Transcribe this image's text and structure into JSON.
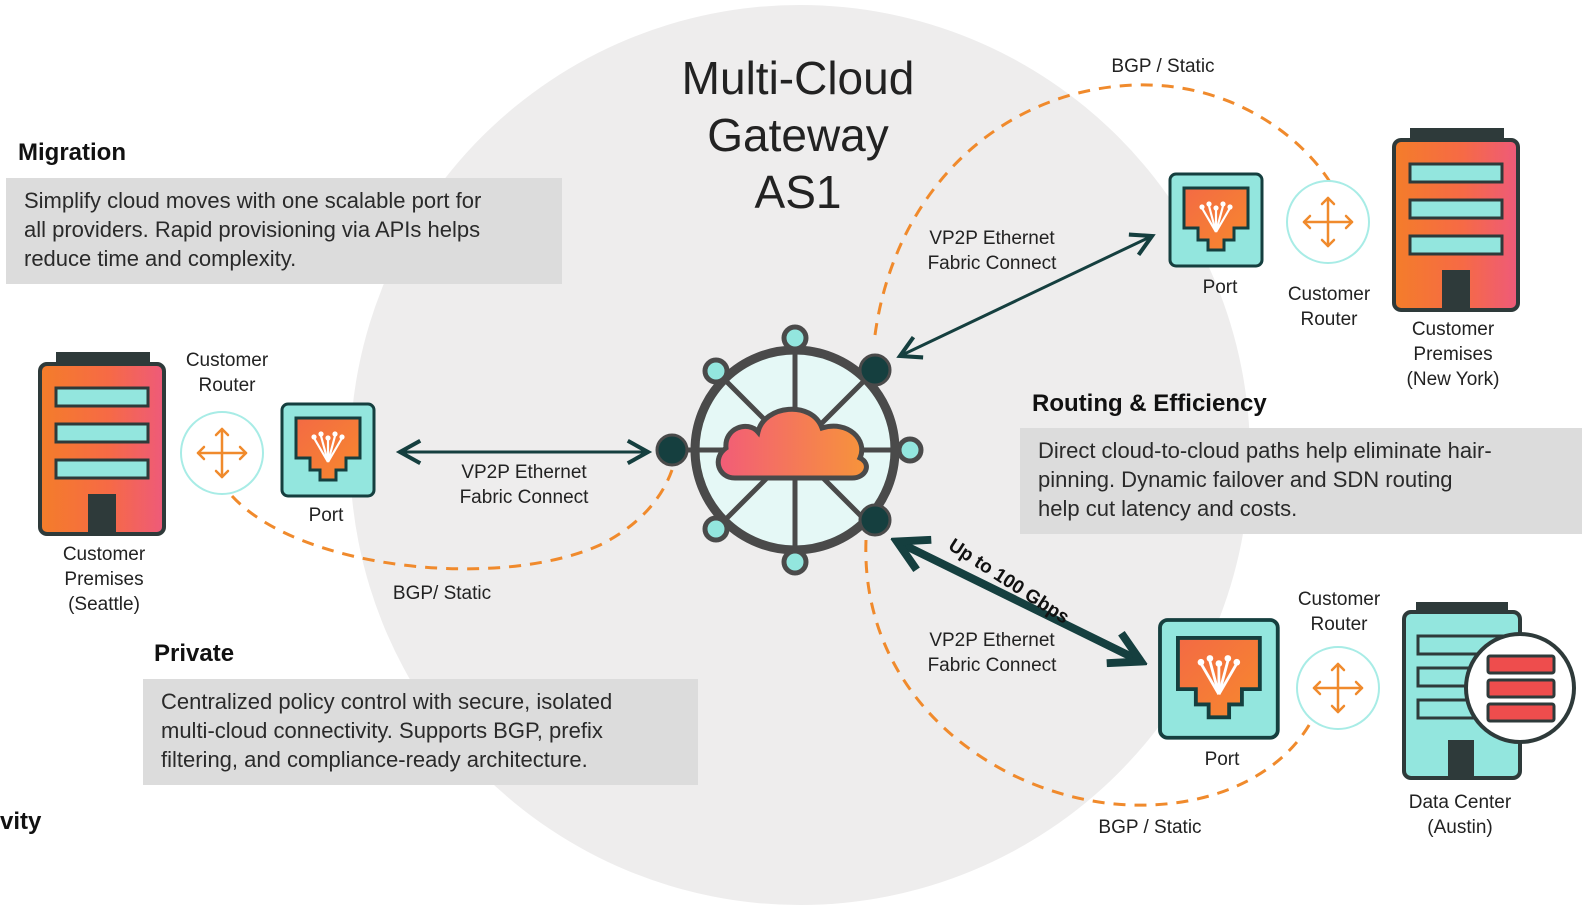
{
  "title": [
    "Multi-Cloud",
    "Gateway",
    "AS1"
  ],
  "sections": {
    "migration": {
      "heading": "Migration",
      "lines": [
        "Simplify cloud moves with one scalable port for",
        "all providers. Rapid provisioning via APIs helps",
        "reduce time and complexity."
      ]
    },
    "routing": {
      "heading": "Routing & Efficiency",
      "lines": [
        "Direct cloud-to-cloud paths help eliminate hair-",
        "pinning. Dynamic failover and SDN routing",
        "help cut latency and costs."
      ]
    },
    "private": {
      "heading": "Private",
      "lines": [
        "Centralized policy control with secure, isolated",
        "multi-cloud connectivity. Supports BGP, prefix",
        "filtering, and compliance-ready architecture."
      ]
    },
    "cut_off_heading": "vity"
  },
  "labels": {
    "bgp_top": "BGP / Static",
    "bgp_left": "BGP/ Static",
    "bgp_bottom": "BGP / Static",
    "vp2p": [
      "VP2P Ethernet",
      "Fabric Connect"
    ],
    "port": "Port",
    "router": [
      "Customer",
      "Router"
    ],
    "premises_seattle": [
      "Customer",
      "Premises",
      "(Seattle)"
    ],
    "premises_newyork": [
      "Customer",
      "Premises",
      "(New York)"
    ],
    "datacenter": [
      "Data Center",
      "(Austin)"
    ],
    "speed": "Up to 100 Gbps"
  },
  "colors": {
    "accent_orange": "#f08a2c",
    "dark_teal": "#153f3f",
    "teal": "#93e6de",
    "circle_bg": "#eeeded",
    "box_bg": "#dcdcdc"
  }
}
